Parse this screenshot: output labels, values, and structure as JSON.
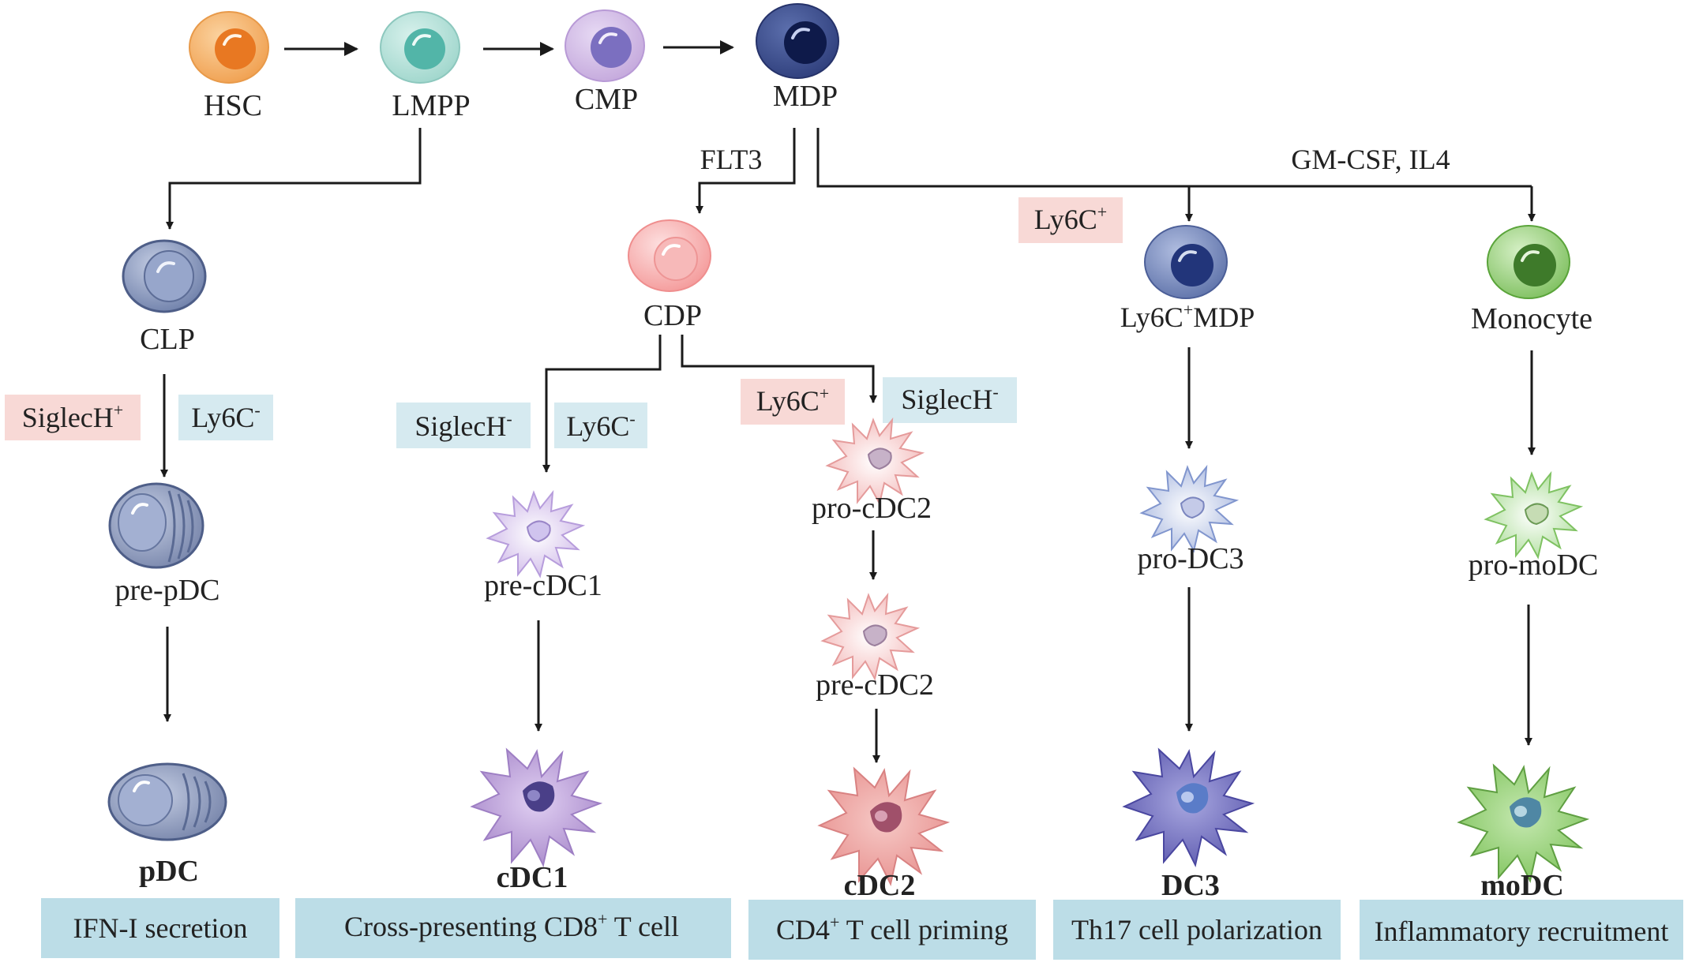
{
  "top_row": {
    "hsc": "HSC",
    "lmpp": "LMPP",
    "cmp": "CMP",
    "mdp": "MDP"
  },
  "factors": {
    "flt3": "FLT3",
    "gm_csf": "GM-CSF, IL4"
  },
  "lineages": {
    "pdc": {
      "progenitor": "CLP",
      "marker_pos": "SiglecH",
      "marker_pos_sup": "+",
      "marker_neg": "Ly6C",
      "marker_neg_sup": "-",
      "precursor": "pre-pDC",
      "final": "pDC",
      "function": "IFN-I secretion"
    },
    "cdp": {
      "progenitor": "CDP"
    },
    "cdc1": {
      "marker_a": "SiglecH",
      "marker_a_sup": "-",
      "marker_b": "Ly6C",
      "marker_b_sup": "-",
      "precursor": "pre-cDC1",
      "final": "cDC1",
      "function_pre": "Cross-presenting CD8",
      "function_sup": "+",
      "function_post": " T cell"
    },
    "cdc2": {
      "marker_pos": "Ly6C",
      "marker_pos_sup": "+",
      "marker_neg": "SiglecH",
      "marker_neg_sup": "-",
      "pro": "pro-cDC2",
      "precursor": "pre-cDC2",
      "final": "cDC2",
      "function_pre": "CD4",
      "function_sup": "+",
      "function_post": " T cell priming"
    },
    "dc3": {
      "marker": "Ly6C",
      "marker_sup": "+",
      "progenitor_pre": "Ly6C",
      "progenitor_sup": "+",
      "progenitor_post": "MDP",
      "pro": "pro-DC3",
      "final": "DC3",
      "function": "Th17 cell polarization"
    },
    "modc": {
      "progenitor": "Monocyte",
      "pro": "pro-moDC",
      "final": "moDC",
      "function": "Inflammatory recruitment"
    }
  },
  "colors": {
    "hsc": "#f0a050",
    "lmpp": "#9fd6cc",
    "cmp": "#c4a8dc",
    "mdp": "#2f3f7c",
    "clp": "#8092b8",
    "cdp": "#f6a5a5",
    "ly6c_mdp": "#6f84b8",
    "monocyte": "#8cc872",
    "pink_box": "#f8d9d6",
    "blue_box": "#d6eaf0",
    "function_box": "#bcdde7"
  }
}
